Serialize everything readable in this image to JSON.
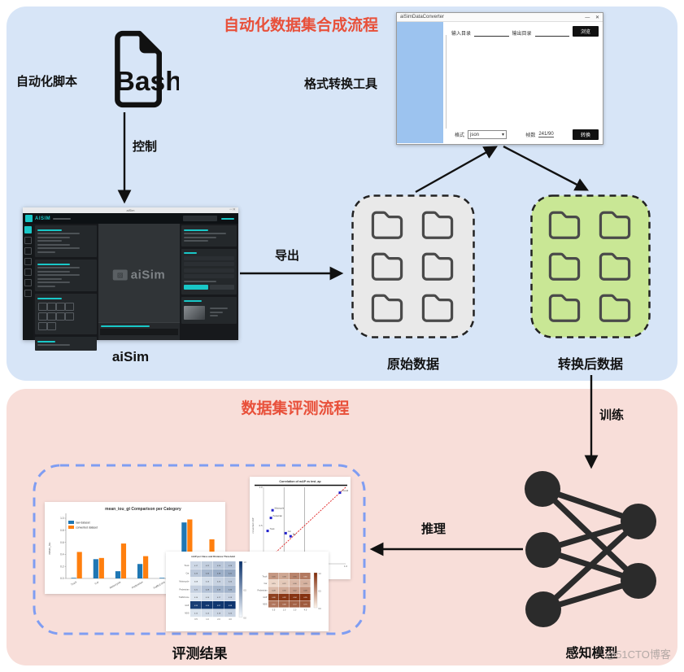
{
  "page": {
    "watermark": "@51CTO博客"
  },
  "sections": {
    "synthesis": {
      "title": "自动化数据集合成流程",
      "bg": "#d7e5f7",
      "title_color": "#e8503a"
    },
    "evaluation": {
      "title": "数据集评测流程",
      "bg": "#f8ded9",
      "title_color": "#e8503a"
    }
  },
  "labels": {
    "bash": "自动化脚本",
    "bash_icon": "Bash",
    "control": "控制",
    "export": "导出",
    "aisim": "aiSim",
    "converter": "格式转换工具",
    "raw_data": "原始数据",
    "converted_data": "转换后数据",
    "train": "训练",
    "infer": "推理",
    "model": "感知模型",
    "eval_result": "评测结果"
  },
  "aisim_window": {
    "titlebar_text": "aiSim",
    "logo_text": "AISIM",
    "watermark_text": "aiSim"
  },
  "converter_window": {
    "titlebar_text": "aiSimDataConverter",
    "minimize": "—",
    "close": "✕",
    "input_label": "输入目录",
    "output_label": "输出目录",
    "browse_button": "浏览",
    "format_label": "格式",
    "format_value": "json",
    "status_label": "帧数",
    "status_value": "241/90",
    "convert_button": "转换"
  },
  "chart_data": [
    {
      "type": "bar",
      "title": "mean_iou_gt Comparison per Category",
      "ylabel": "mean_iou",
      "ylim": [
        0,
        1.0
      ],
      "grid": false,
      "legend_position": "upper left",
      "categories": [
        "Truck",
        "Car",
        "Motorcycle",
        "Pedestrian",
        "TrafficCone",
        "",
        ""
      ],
      "series": [
        {
          "name": "raw dataset",
          "color": "#1f77b4",
          "values": [
            0.01,
            0.32,
            0.12,
            0.24,
            0.01,
            0.93,
            0
          ]
        },
        {
          "name": "converted dataset",
          "color": "#ff7f0e",
          "values": [
            0.44,
            0.34,
            0.58,
            0.37,
            0,
            0.98,
            0.65
          ]
        }
      ]
    },
    {
      "type": "scatter",
      "title": "Correlation of mAP vs test_ap",
      "xlabel": "baseline mAP (test_ap)",
      "ylabel": "converted mAP",
      "xlim": [
        0,
        1
      ],
      "ylim": [
        0,
        1
      ],
      "points": [
        [
          0.02,
          0.02
        ],
        [
          0.05,
          0.43
        ],
        [
          0.09,
          0.6
        ],
        [
          0.11,
          0.7
        ],
        [
          0.27,
          0.4
        ],
        [
          0.33,
          0.36
        ],
        [
          0.93,
          0.93
        ]
      ],
      "point_labels": [
        "TrafficCone",
        "Truck",
        "Pedestrian",
        "Motorcycle",
        "Car",
        "Bus",
        "Overall"
      ],
      "marker_color": "#2121cc",
      "identity_line": true,
      "identity_color": "#e02020",
      "vlines": [
        0.25,
        0.5
      ]
    },
    {
      "type": "heatmap",
      "title": "mAP per Class and Distance Threshold",
      "colormap": "Blues",
      "rows": [
        "Truck",
        "Car",
        "Motorcycle",
        "Pedestrian",
        "TrafficCone",
        "mAP",
        "NDS"
      ],
      "cols": [
        "0.5",
        "1.0",
        "2.0",
        "4.0"
      ],
      "scale": [
        0,
        1
      ],
      "values": [
        [
          0.17,
          0.22,
          0.26,
          0.28
        ],
        [
          0.25,
          0.33,
          0.38,
          0.41
        ],
        [
          0.08,
          0.15,
          0.2,
          0.24
        ],
        [
          0.21,
          0.28,
          0.33,
          0.35
        ],
        [
          0.1,
          0.14,
          0.17,
          0.19
        ],
        [
          0.93,
          0.96,
          0.97,
          0.98
        ],
        [
          0.12,
          0.15,
          0.18,
          0.2
        ]
      ]
    },
    {
      "type": "heatmap",
      "title": "",
      "colormap": "Oranges",
      "rows": [
        "Truck",
        "Car",
        "Pedestrian",
        "mAP",
        "NDS"
      ],
      "cols": [
        "0.5",
        "1.0",
        "2.0",
        "4.0"
      ],
      "scale": [
        0,
        1
      ],
      "values": [
        [
          0.45,
          0.38,
          0.55,
          0.6
        ],
        [
          0.15,
          0.22,
          0.3,
          0.33
        ],
        [
          0.28,
          0.35,
          0.42,
          0.48
        ],
        [
          0.88,
          0.92,
          0.94,
          0.95
        ],
        [
          0.62,
          0.68,
          0.72,
          0.75
        ]
      ]
    }
  ]
}
